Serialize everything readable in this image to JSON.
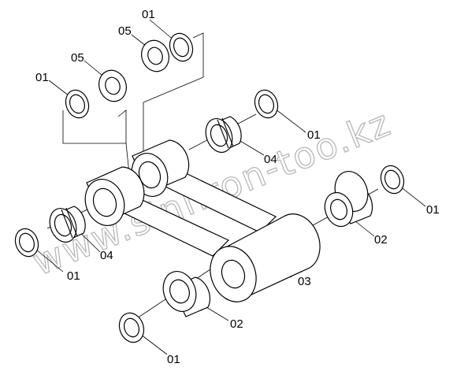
{
  "watermark": "www.sinhron-too.kz",
  "labels": {
    "part_01_top": "01",
    "part_05_top": "05",
    "part_05_left": "05",
    "part_01_left_top": "01",
    "part_01_right_mid": "01",
    "part_04_right": "04",
    "part_01_far_right": "01",
    "part_02_right": "02",
    "part_03": "03",
    "part_04_left": "04",
    "part_01_left_bottom": "01",
    "part_02_bottom": "02",
    "part_01_bottom": "01"
  }
}
